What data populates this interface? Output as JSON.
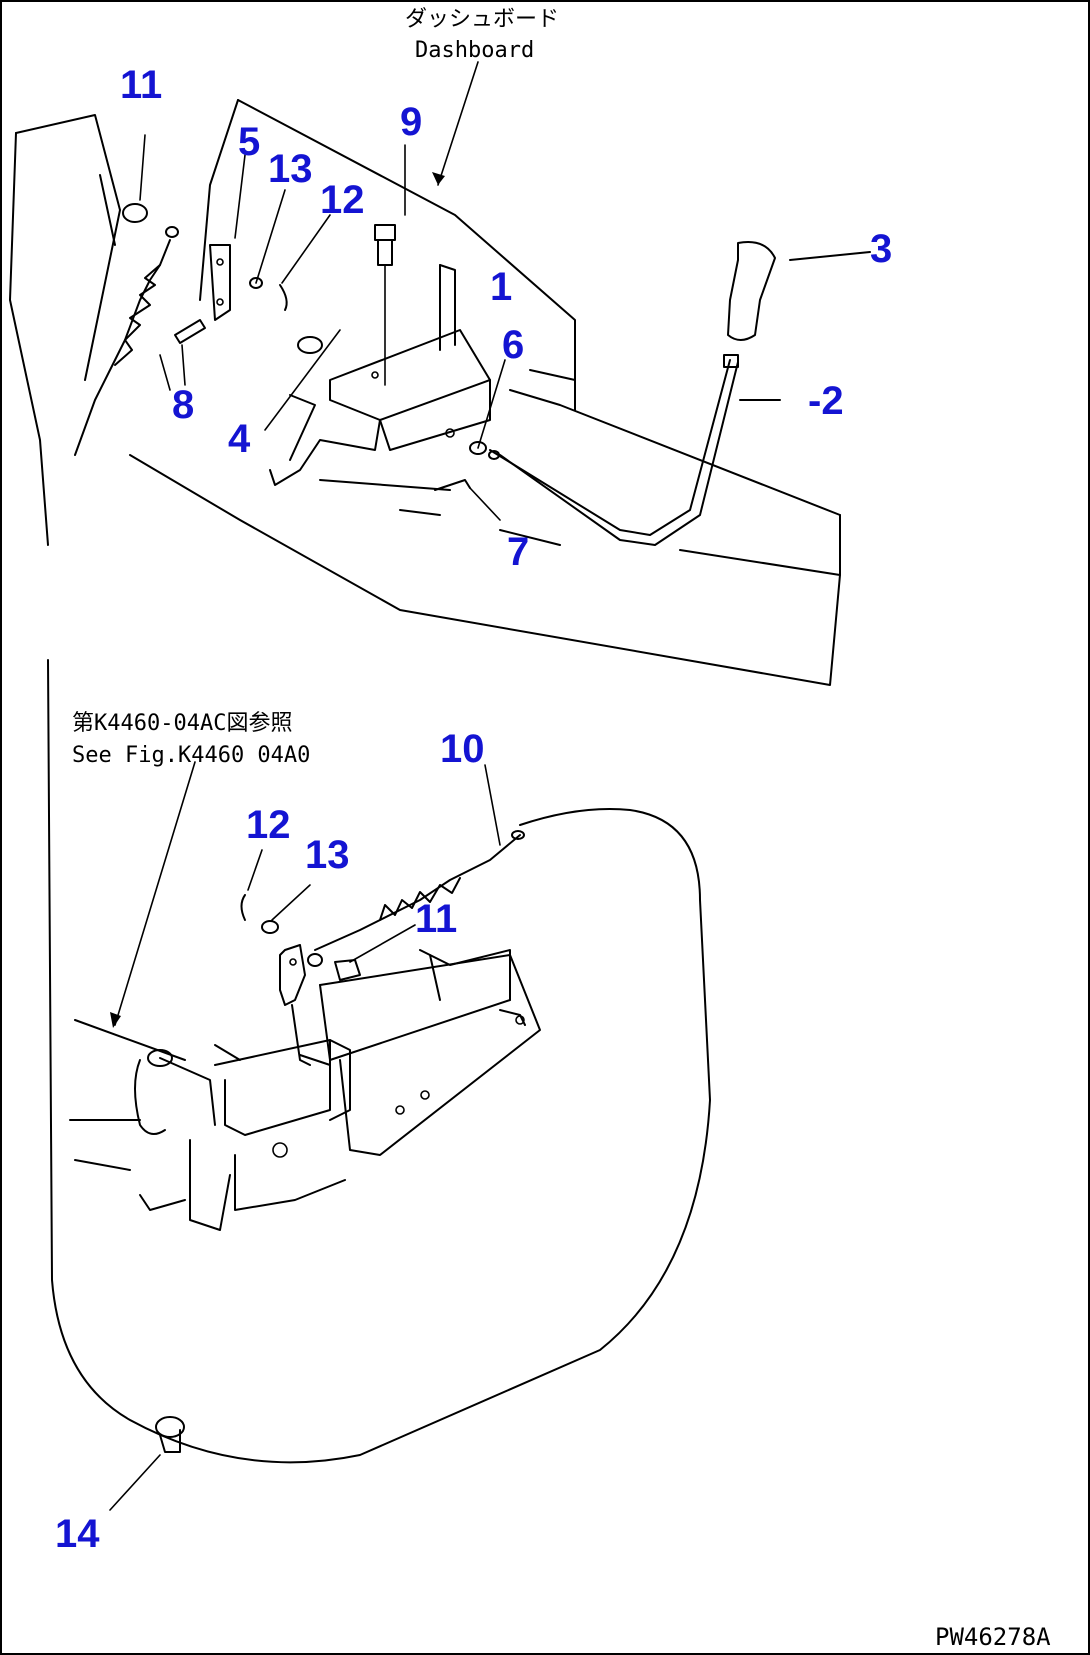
{
  "notes": {
    "dashboard_jp": "ダッシュボード",
    "dashboard_en": "Dashboard",
    "see_fig_jp": "第K4460-04AC図参照",
    "see_fig_en": "See Fig.K4460 04A0"
  },
  "callouts": {
    "p1": "1",
    "p2": "-2",
    "p3": "3",
    "p4": "4",
    "p5": "5",
    "p6": "6",
    "p7": "7",
    "p8": "8",
    "p9": "9",
    "p10": "10",
    "p11_top": "11",
    "p11_bottom": "11",
    "p12_top": "12",
    "p12_bottom": "12",
    "p13_top": "13",
    "p13_bottom": "13",
    "p14": "14"
  },
  "drawing_code": "PW46278A",
  "colors": {
    "callout": "#1414d2",
    "line": "#000000",
    "background": "#ffffff"
  }
}
